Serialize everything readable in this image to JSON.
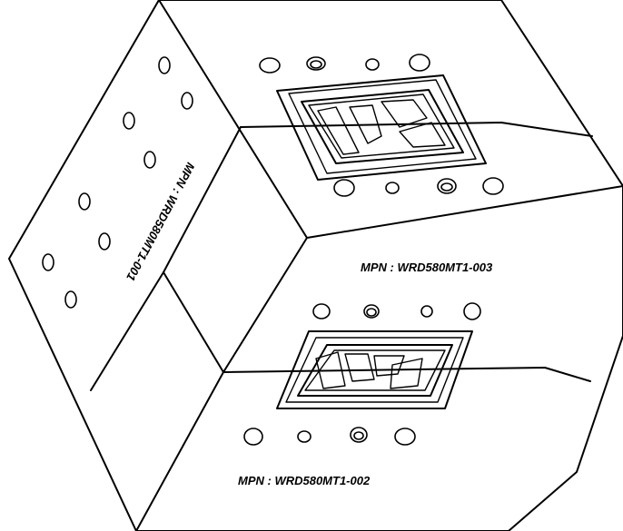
{
  "labels": {
    "left_face": "MPN : WRD580MT1-001",
    "right_top_face": "MPN : WRD580MT1-003",
    "right_bottom_face": "MPN : WRD580MT1-002"
  },
  "colors": {
    "line": "#000000",
    "background": "#ffffff"
  }
}
